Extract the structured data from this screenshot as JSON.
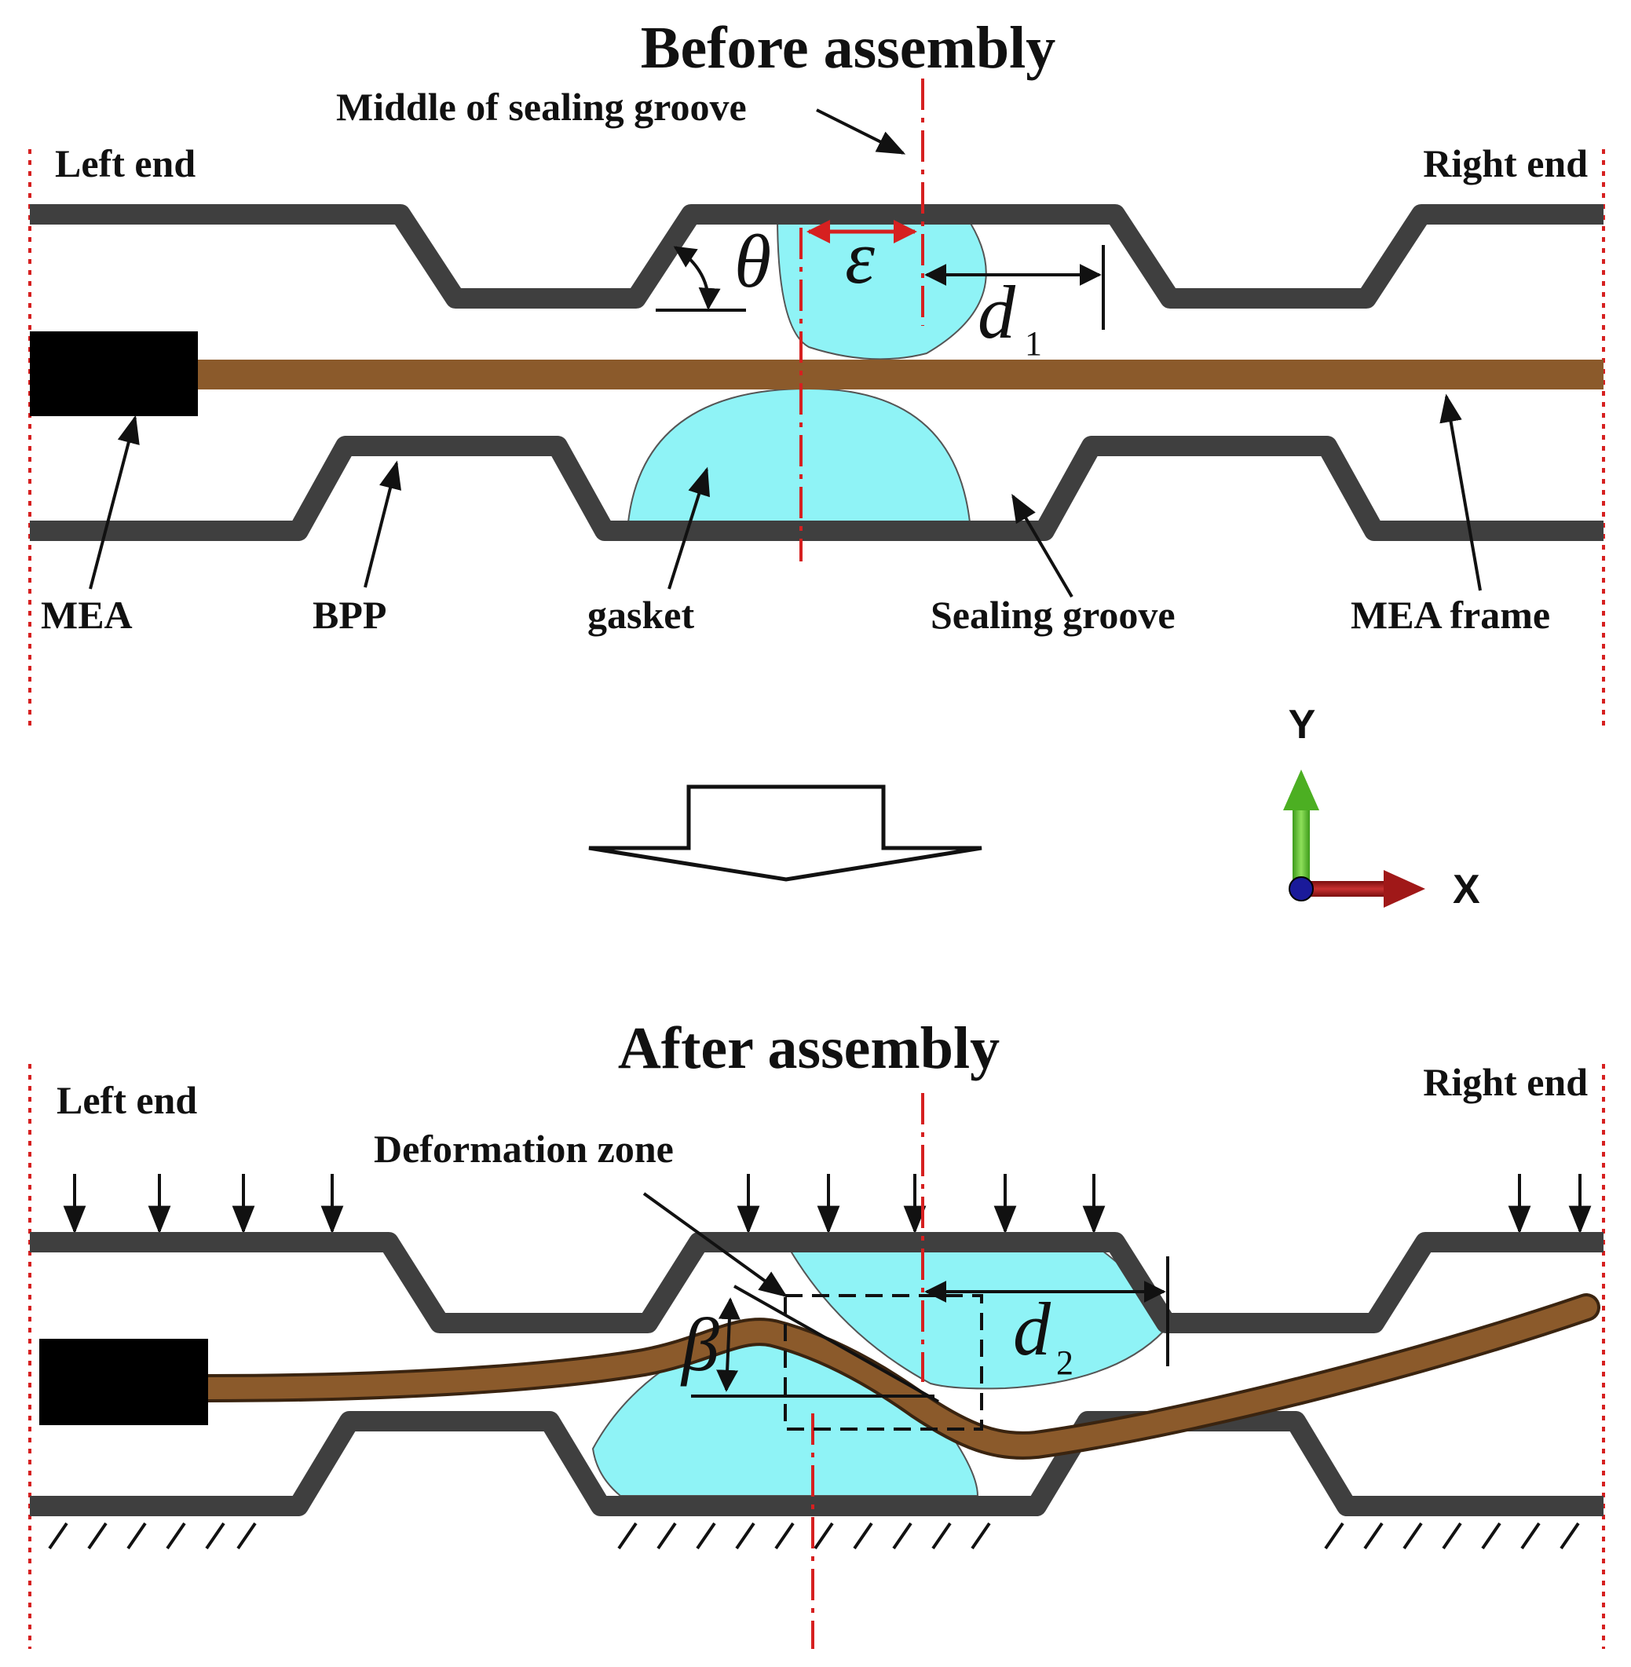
{
  "before": {
    "title": "Before assembly",
    "middle_label": "Middle of sealing groove",
    "left_end": "Left end",
    "right_end": "Right end",
    "labels": {
      "mea": "MEA",
      "bpp": "BPP",
      "gasket": "gasket",
      "sealing_groove": "Sealing groove",
      "mea_frame": "MEA frame"
    },
    "symbols": {
      "theta": "θ",
      "epsilon": "ε",
      "d": "d",
      "d_sub": "1"
    }
  },
  "after": {
    "title": "After assembly",
    "left_end": "Left end",
    "right_end": "Right end",
    "deformation_label": "Deformation zone",
    "symbols": {
      "beta": "β",
      "d": "d",
      "d_sub": "2"
    }
  },
  "axes": {
    "y": "Y",
    "x": "X"
  },
  "colors": {
    "plate": "#3f3f3f",
    "mea_frame": "#8b5a2b",
    "gasket": "#8ff3f6",
    "red_line": "#d62020",
    "y_arrow": "#4caf22",
    "x_arrow": "#a01818",
    "origin": "#1a1a9a"
  }
}
